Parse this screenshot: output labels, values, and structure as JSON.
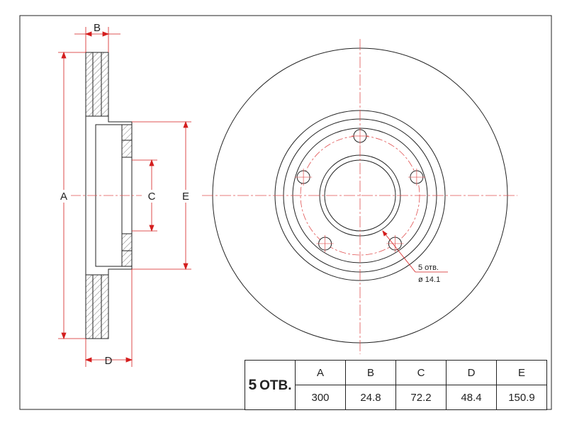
{
  "diagram": {
    "dimension_labels": {
      "a": "A",
      "b": "B",
      "c": "C",
      "d": "D",
      "e": "E"
    },
    "hole_note": {
      "count": "5 отв.",
      "diameter": "ø 14.1"
    },
    "colors": {
      "line": "#222222",
      "dimension": "#d41e1e",
      "center": "#e05050"
    }
  },
  "spec_table": {
    "holes_number": "5",
    "holes_unit": "ОТВ.",
    "headers": [
      "A",
      "B",
      "C",
      "D",
      "E"
    ],
    "values": [
      "300",
      "24.8",
      "72.2",
      "48.4",
      "150.9"
    ]
  }
}
